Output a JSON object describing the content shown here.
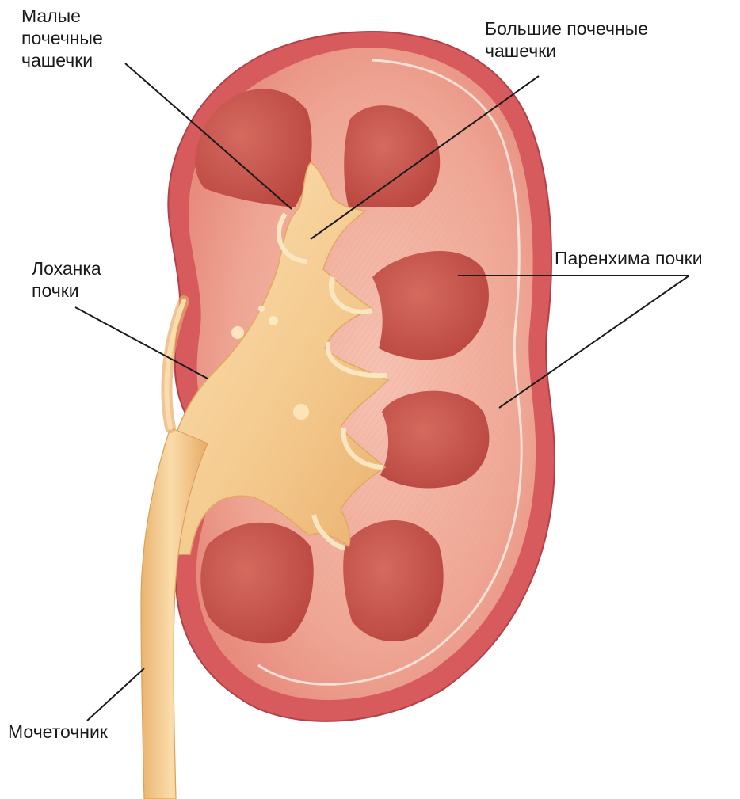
{
  "labels": {
    "minor_calyces": [
      "Малые",
      "почечные",
      "чашечки"
    ],
    "major_calyces": [
      "Большие почечные",
      "чашечки"
    ],
    "renal_pelvis": [
      "Лоханка",
      "почки"
    ],
    "parenchyma": [
      "Паренхима почки"
    ],
    "ureter": [
      "Мочеточник"
    ]
  },
  "colors": {
    "capsule": "#d9545a",
    "cortex": "#f1a596",
    "medulla_pyramid": "#c9584f",
    "pelvis_fill": "#f6d19a",
    "ureter": "#f2c68c",
    "leader_line": "#1a1a1a"
  }
}
